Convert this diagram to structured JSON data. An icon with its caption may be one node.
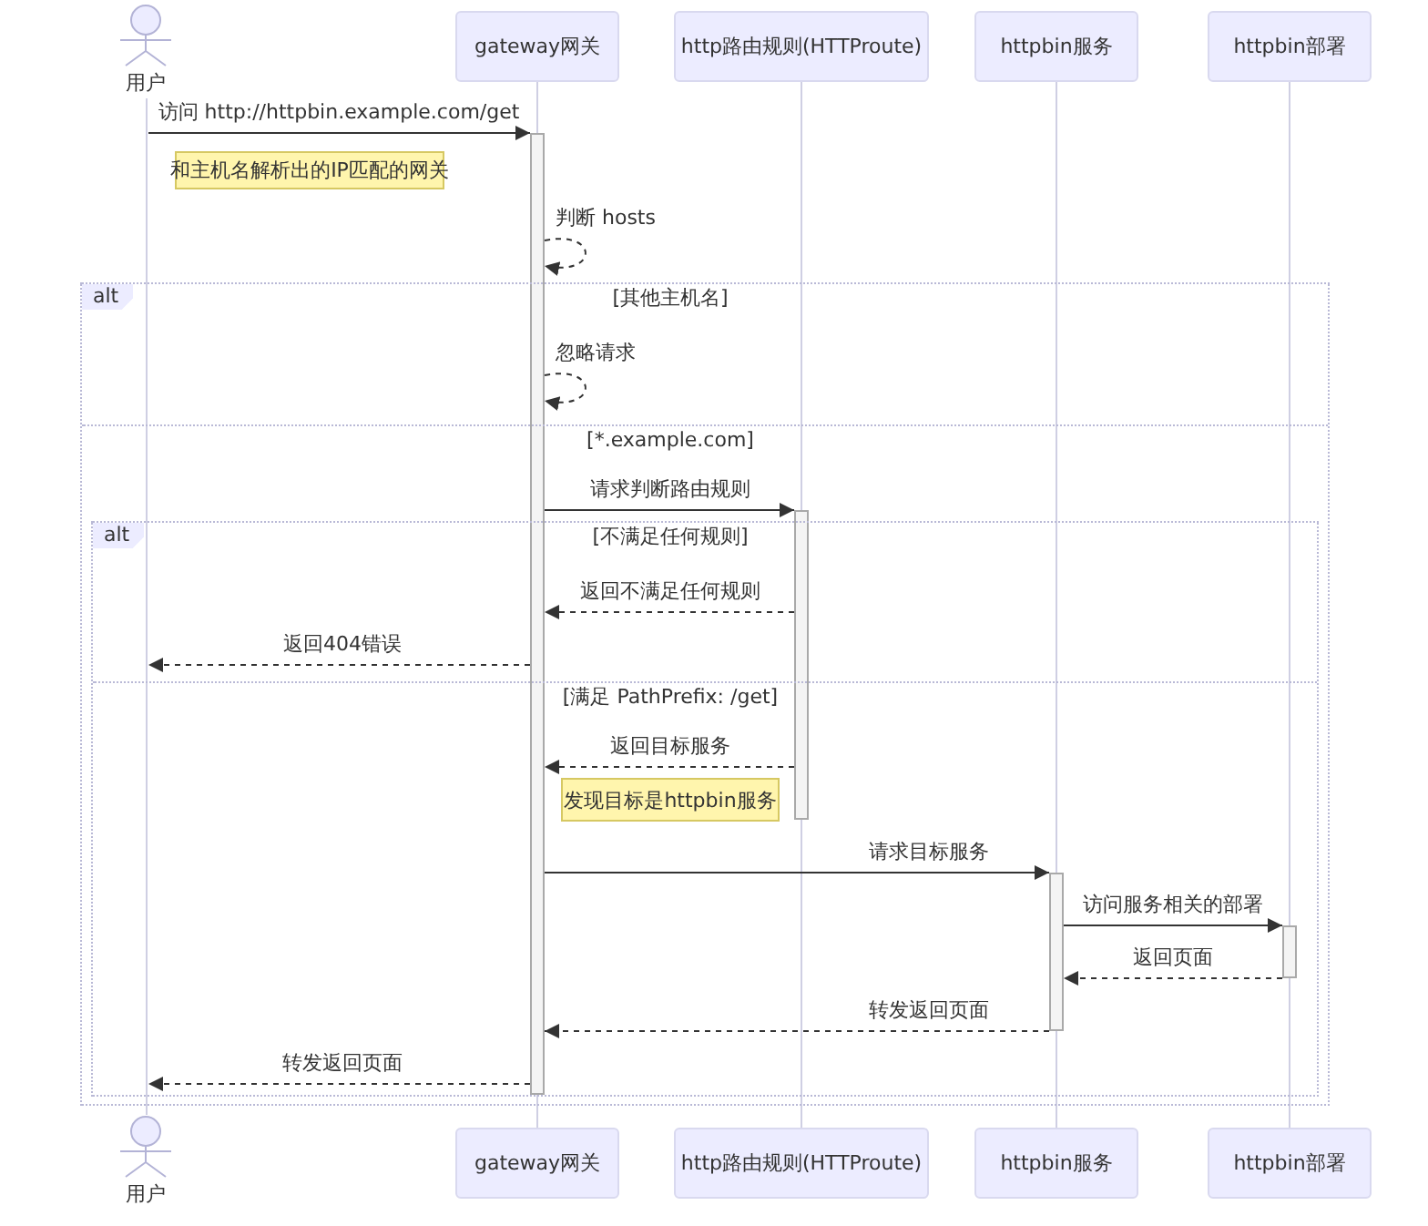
{
  "diagram": {
    "nodes": [
      {
        "text": [
          "用户"
        ]
      },
      {
        "text": [
          "gateway网关"
        ]
      },
      {
        "text": [
          "http路由规则(HTTProute)"
        ]
      },
      {
        "text": [
          "httpbin服务"
        ]
      },
      {
        "text": [
          "httpbin部署"
        ]
      },
      {
        "text": [],
        "shape": "line"
      },
      {
        "text": [],
        "shape": "line"
      },
      {
        "text": [],
        "shape": "line"
      },
      {
        "text": [],
        "shape": "line"
      },
      {
        "text": [],
        "shape": "line"
      },
      {
        "text": [
          "和主机名解析出的IP匹配的网关"
        ]
      },
      {
        "text": [
          "alt",
          "[其他主机名]",
          "[*.example.com]"
        ]
      },
      {
        "text": [
          "alt",
          "[不满足任何规则]",
          "[满足 PathPrefix: /get]"
        ],
        "in": 11
      },
      {
        "text": [
          "发现目标是httpbin服务"
        ],
        "in": 12
      },
      {
        "text": [
          "用户"
        ]
      },
      {
        "text": [
          "gateway网关"
        ]
      },
      {
        "text": [
          "http路由规则(HTTProute)"
        ]
      },
      {
        "text": [
          "httpbin服务"
        ]
      },
      {
        "text": [
          "httpbin部署"
        ]
      }
    ],
    "edges": [
      {
        "from": 5,
        "to": 6,
        "arrow": "to",
        "label": "访问 http://httpbin.example.com/get"
      },
      {
        "from": 6,
        "to": 6,
        "arrow": "to",
        "label": "判断 hosts",
        "style": "dashed"
      },
      {
        "from": 6,
        "to": 6,
        "arrow": "to",
        "label": "忽略请求",
        "style": "dashed"
      },
      {
        "from": 6,
        "to": 7,
        "arrow": "to",
        "label": "请求判断路由规则"
      },
      {
        "from": 7,
        "to": 6,
        "arrow": "to",
        "label": "返回不满足任何规则",
        "style": "dashed"
      },
      {
        "from": 6,
        "to": 5,
        "arrow": "to",
        "label": "返回404错误",
        "style": "dashed"
      },
      {
        "from": 7,
        "to": 6,
        "arrow": "to",
        "label": "返回目标服务",
        "style": "dashed"
      },
      {
        "from": 6,
        "to": 8,
        "arrow": "to",
        "label": "请求目标服务"
      },
      {
        "from": 8,
        "to": 9,
        "arrow": "to",
        "label": "访问服务相关的部署"
      },
      {
        "from": 9,
        "to": 8,
        "arrow": "to",
        "label": "返回页面",
        "style": "dashed"
      },
      {
        "from": 8,
        "to": 6,
        "arrow": "to",
        "label": "转发返回页面",
        "style": "dashed"
      },
      {
        "from": 6,
        "to": 5,
        "arrow": "to",
        "label": "转发返回页面",
        "style": "dashed"
      }
    ]
  }
}
